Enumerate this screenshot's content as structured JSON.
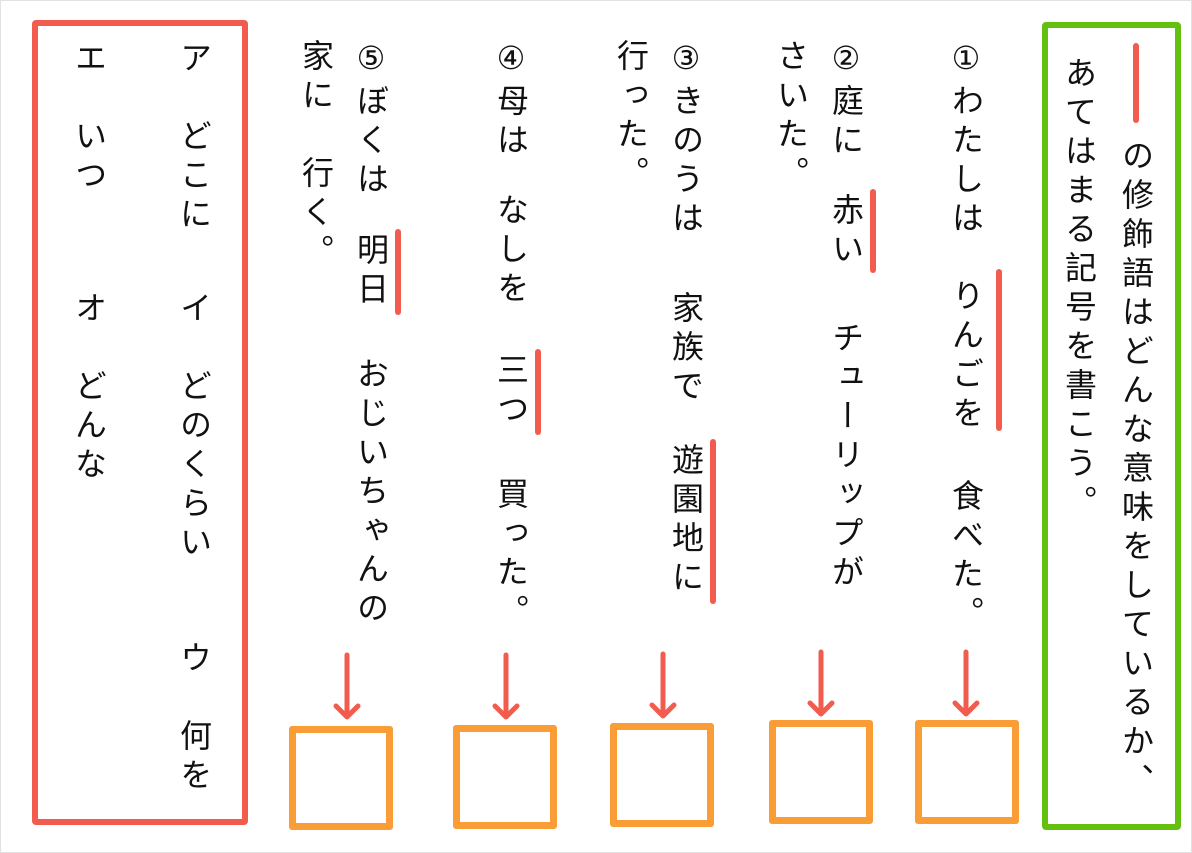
{
  "instruction": {
    "line1": "の修飾語はどんな意味をしているか、",
    "line2": "あてはまる記号を書こう。"
  },
  "sentences": [
    {
      "num": "①",
      "parts": [
        "わたしは",
        "りんごを",
        "食べた。"
      ]
    },
    {
      "num": "②",
      "parts": [
        "庭に",
        "赤い",
        "チューリップが",
        "さいた。"
      ]
    },
    {
      "num": "③",
      "parts": [
        "きのうは",
        "家族で",
        "遊園地に",
        "行った。"
      ]
    },
    {
      "num": "④",
      "parts": [
        "母は",
        "なしを",
        "三つ",
        "買った。"
      ]
    },
    {
      "num": "⑤",
      "parts": [
        "ぼくは",
        "明日",
        "おじいちゃんの",
        "家に　行く。"
      ]
    }
  ],
  "options": {
    "a": "ア　どこに",
    "i": "イ　どのくらい",
    "u": "ウ　何を",
    "e": "エ　いつ",
    "o": "オ　どんな"
  },
  "answers": [
    "",
    "",
    "",
    "",
    ""
  ],
  "colors": {
    "underline": "#f25c4e",
    "answer_box": "#fb9d36",
    "instruction_frame": "#63c00f",
    "options_frame": "#f25c4e"
  }
}
